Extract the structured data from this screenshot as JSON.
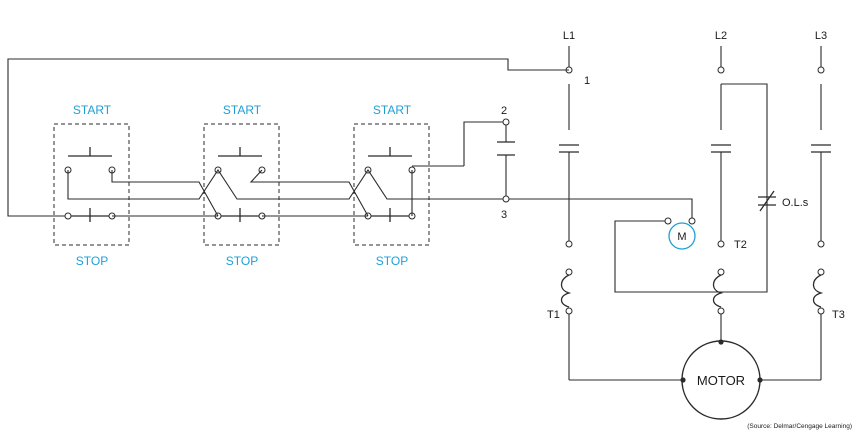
{
  "lines": {
    "l1": "L1",
    "l2": "L2",
    "l3": "L3"
  },
  "terminals": {
    "t1": "T1",
    "t2": "T2",
    "t3": "T3",
    "n1": "1",
    "n2": "2",
    "n3": "3"
  },
  "stations": [
    {
      "start": "START",
      "stop": "STOP"
    },
    {
      "start": "START",
      "stop": "STOP"
    },
    {
      "start": "START",
      "stop": "STOP"
    }
  ],
  "coil": "M",
  "overload": "O.L.s",
  "motor": "MOTOR",
  "source": "(Source: Delmar/Cengage Learning)",
  "colors": {
    "label_blue": "#1f9fd6",
    "line": "#2b2b2b"
  }
}
